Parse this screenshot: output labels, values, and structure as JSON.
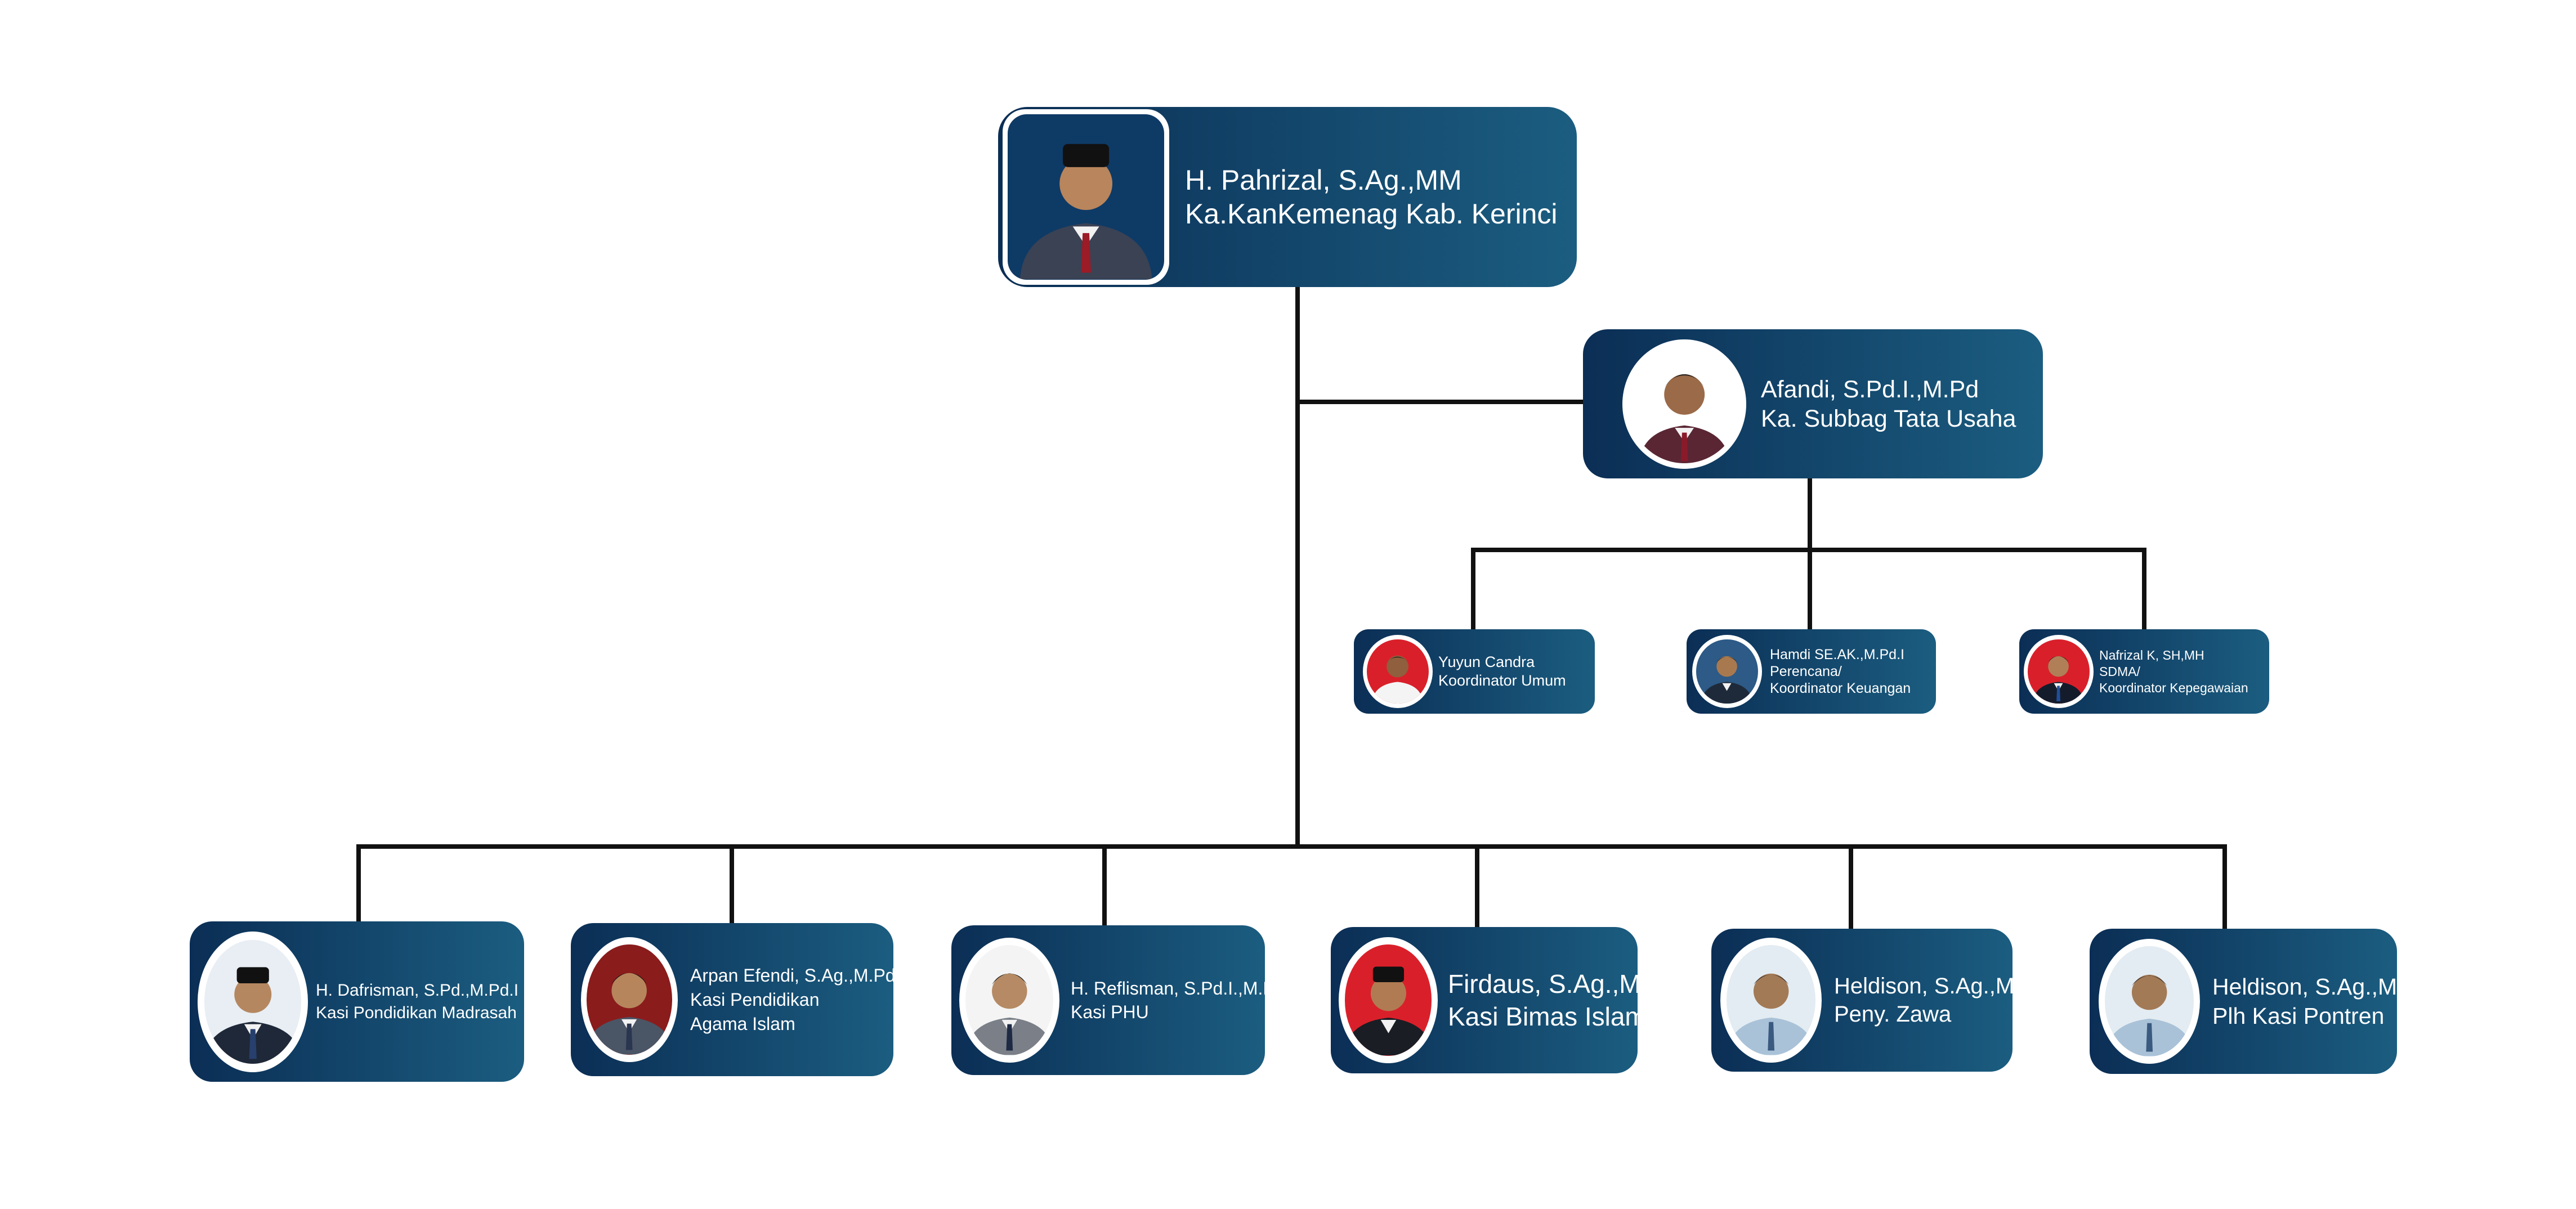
{
  "head": {
    "name": "H. Pahrizal, S.Ag.,MM",
    "role": "Ka.KanKemenag Kab. Kerinci",
    "photo_bg": "#0e3a66"
  },
  "subbag": {
    "name": "Afandi, S.Pd.I.,M.Pd",
    "role": "Ka. Subbag Tata Usaha",
    "photo_bg": "#ffffff"
  },
  "coordinators": [
    {
      "name": "Yuyun Candra",
      "lines": [
        "Koordinator Umum"
      ],
      "photo_bg": "#d9202a"
    },
    {
      "name": "Hamdi SE.AK.,M.Pd.I",
      "lines": [
        "Perencana/",
        "Koordinator Keuangan"
      ],
      "photo_bg": "#2d5a86"
    },
    {
      "name": "Nafrizal K, SH,MH",
      "lines": [
        "SDMA/",
        "Koordinator Kepegawaian"
      ],
      "photo_bg": "#d9202a"
    }
  ],
  "sections": [
    {
      "name": "H. Dafrisman, S.Pd.,M.Pd.I",
      "lines": [
        "Kasi Pondidikan Madrasah"
      ],
      "photo_bg": "#e8eef4"
    },
    {
      "name": "Arpan Efendi, S.Ag.,M.Pd",
      "lines": [
        "Kasi Pendidikan",
        "Agama Islam"
      ],
      "photo_bg": "#8a1c1c"
    },
    {
      "name": "H. Reflisman, S.Pd.I.,M.Pd.I",
      "lines": [
        "Kasi PHU"
      ],
      "photo_bg": "#f4f4f4"
    },
    {
      "name": "Firdaus, S.Ag.,MH",
      "lines": [
        "Kasi Bimas Islam"
      ],
      "photo_bg": "#d9202a"
    },
    {
      "name": "Heldison, S.Ag.,MA",
      "lines": [
        "Peny. Zawa"
      ],
      "photo_bg": "#e3ecf2"
    },
    {
      "name": "Heldison, S.Ag.,MA",
      "lines": [
        "Plh Kasi Pontren"
      ],
      "photo_bg": "#e3ecf2"
    }
  ],
  "colors": {
    "card_start": "#0b2e55",
    "card_end": "#1b5d80",
    "line": "#111111",
    "text": "#ffffff"
  }
}
